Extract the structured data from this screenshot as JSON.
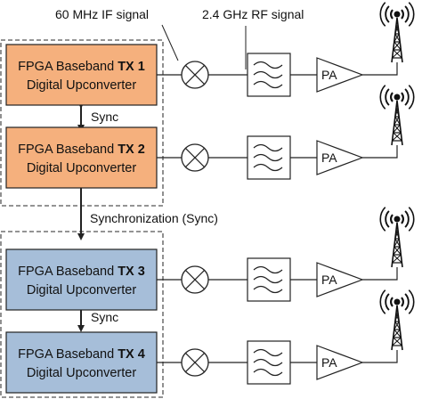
{
  "labels": {
    "if_signal": "60 MHz IF signal",
    "rf_signal": "2.4 GHz RF signal",
    "sync_top": "Sync",
    "sync_middle": "Synchronization (Sync)",
    "sync_bottom": "Sync"
  },
  "channels": [
    {
      "line1_prefix": "FPGA Baseband ",
      "line1_bold": "TX 1",
      "line2": "Digital Upconverter",
      "amp": "PA"
    },
    {
      "line1_prefix": "FPGA Baseband ",
      "line1_bold": "TX 2",
      "line2": "Digital Upconverter",
      "amp": "PA"
    },
    {
      "line1_prefix": "FPGA Baseband ",
      "line1_bold": "TX 3",
      "line2": "Digital Upconverter",
      "amp": "PA"
    },
    {
      "line1_prefix": "FPGA Baseband ",
      "line1_bold": "TX 4",
      "line2": "Digital Upconverter",
      "amp": "PA"
    }
  ],
  "colors": {
    "tx_group_a": "#f5b07d",
    "tx_group_b": "#a6bed9",
    "stroke": "#222222",
    "dashed_group": "#555555"
  },
  "icons": {
    "mixer": "mixer-circle-x-icon",
    "filter": "bandpass-filter-icon",
    "amplifier": "triangle-amplifier-icon",
    "antenna": "radio-tower-icon"
  }
}
